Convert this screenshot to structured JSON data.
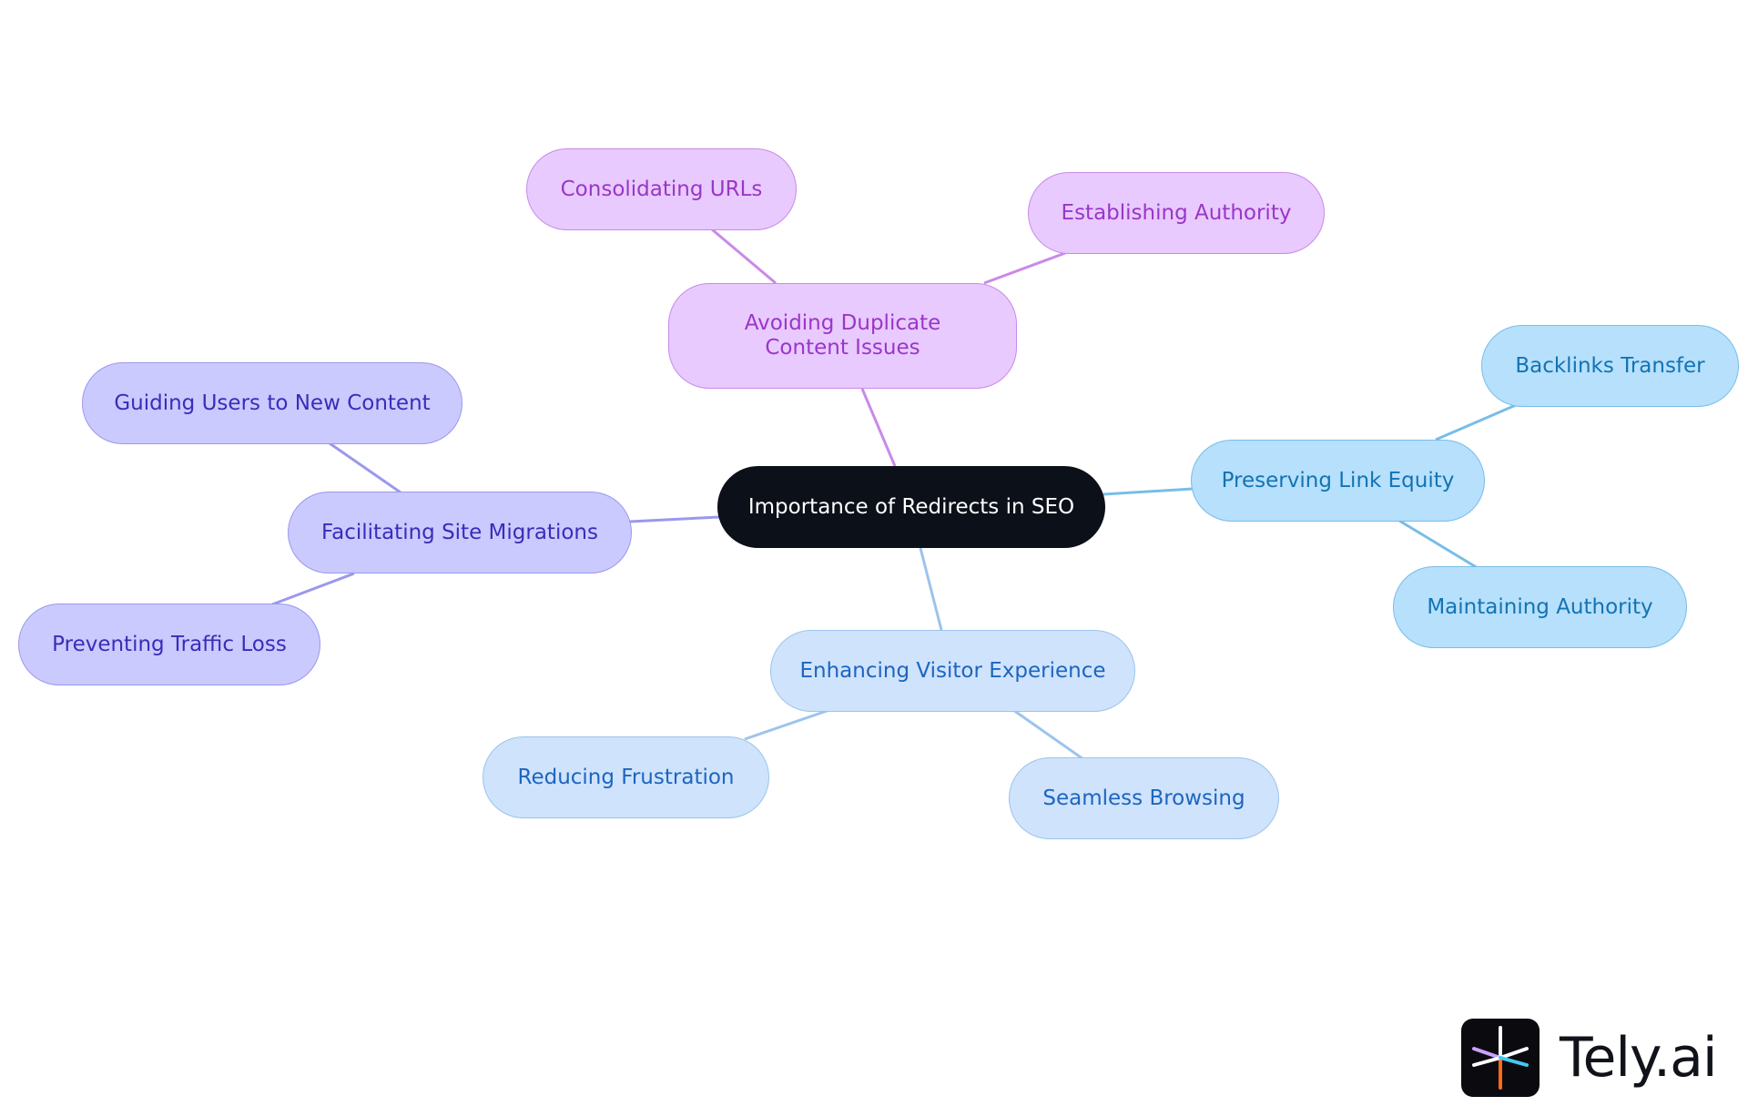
{
  "diagram": {
    "root": {
      "id": "root",
      "label": "Importance of Redirects in SEO"
    },
    "branches": [
      {
        "id": "dup",
        "label": "Avoiding Duplicate Content Issues",
        "children": [
          {
            "id": "dup-1",
            "label": "Consolidating URLs"
          },
          {
            "id": "dup-2",
            "label": "Establishing Authority"
          }
        ]
      },
      {
        "id": "mig",
        "label": "Facilitating Site Migrations",
        "children": [
          {
            "id": "mig-1",
            "label": "Guiding Users to New Content"
          },
          {
            "id": "mig-2",
            "label": "Preventing Traffic Loss"
          }
        ]
      },
      {
        "id": "link",
        "label": "Preserving Link Equity",
        "children": [
          {
            "id": "link-1",
            "label": "Backlinks Transfer"
          },
          {
            "id": "link-2",
            "label": "Maintaining Authority"
          }
        ]
      },
      {
        "id": "vis",
        "label": "Enhancing Visitor Experience",
        "children": [
          {
            "id": "vis-1",
            "label": "Reducing Frustration"
          },
          {
            "id": "vis-2",
            "label": "Seamless Browsing"
          }
        ]
      }
    ]
  },
  "colors": {
    "root": "#0b1019",
    "duplicate_content": "#e8caff",
    "site_migrations": "#cacaff",
    "link_equity": "#b6e0fc",
    "visitor_experience": "#cfe3fc"
  },
  "logo": {
    "icon": "tely-star-icon",
    "text": "Tely.ai"
  }
}
